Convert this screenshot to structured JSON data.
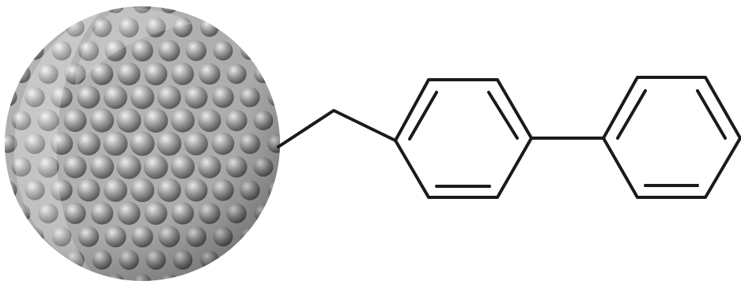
{
  "colors": {
    "background": "#ffffff",
    "bond_stroke": "#1a1a1a",
    "sphere_light": "#ffffff",
    "sphere_mid": "#b3b3b3",
    "sphere_dark": "#5c5c5c",
    "bead_highlight": "#f2f2f2",
    "bead_base": "#9a9a9a",
    "bead_shadow": "#5a5a5a"
  },
  "particle": {
    "name": "support-bead",
    "surface_pattern": "close-packed-spheres"
  },
  "molecule": {
    "name": "biphenyl-methyl-linker",
    "linker": "methylene",
    "rings": [
      "phenyl",
      "phenyl"
    ]
  }
}
